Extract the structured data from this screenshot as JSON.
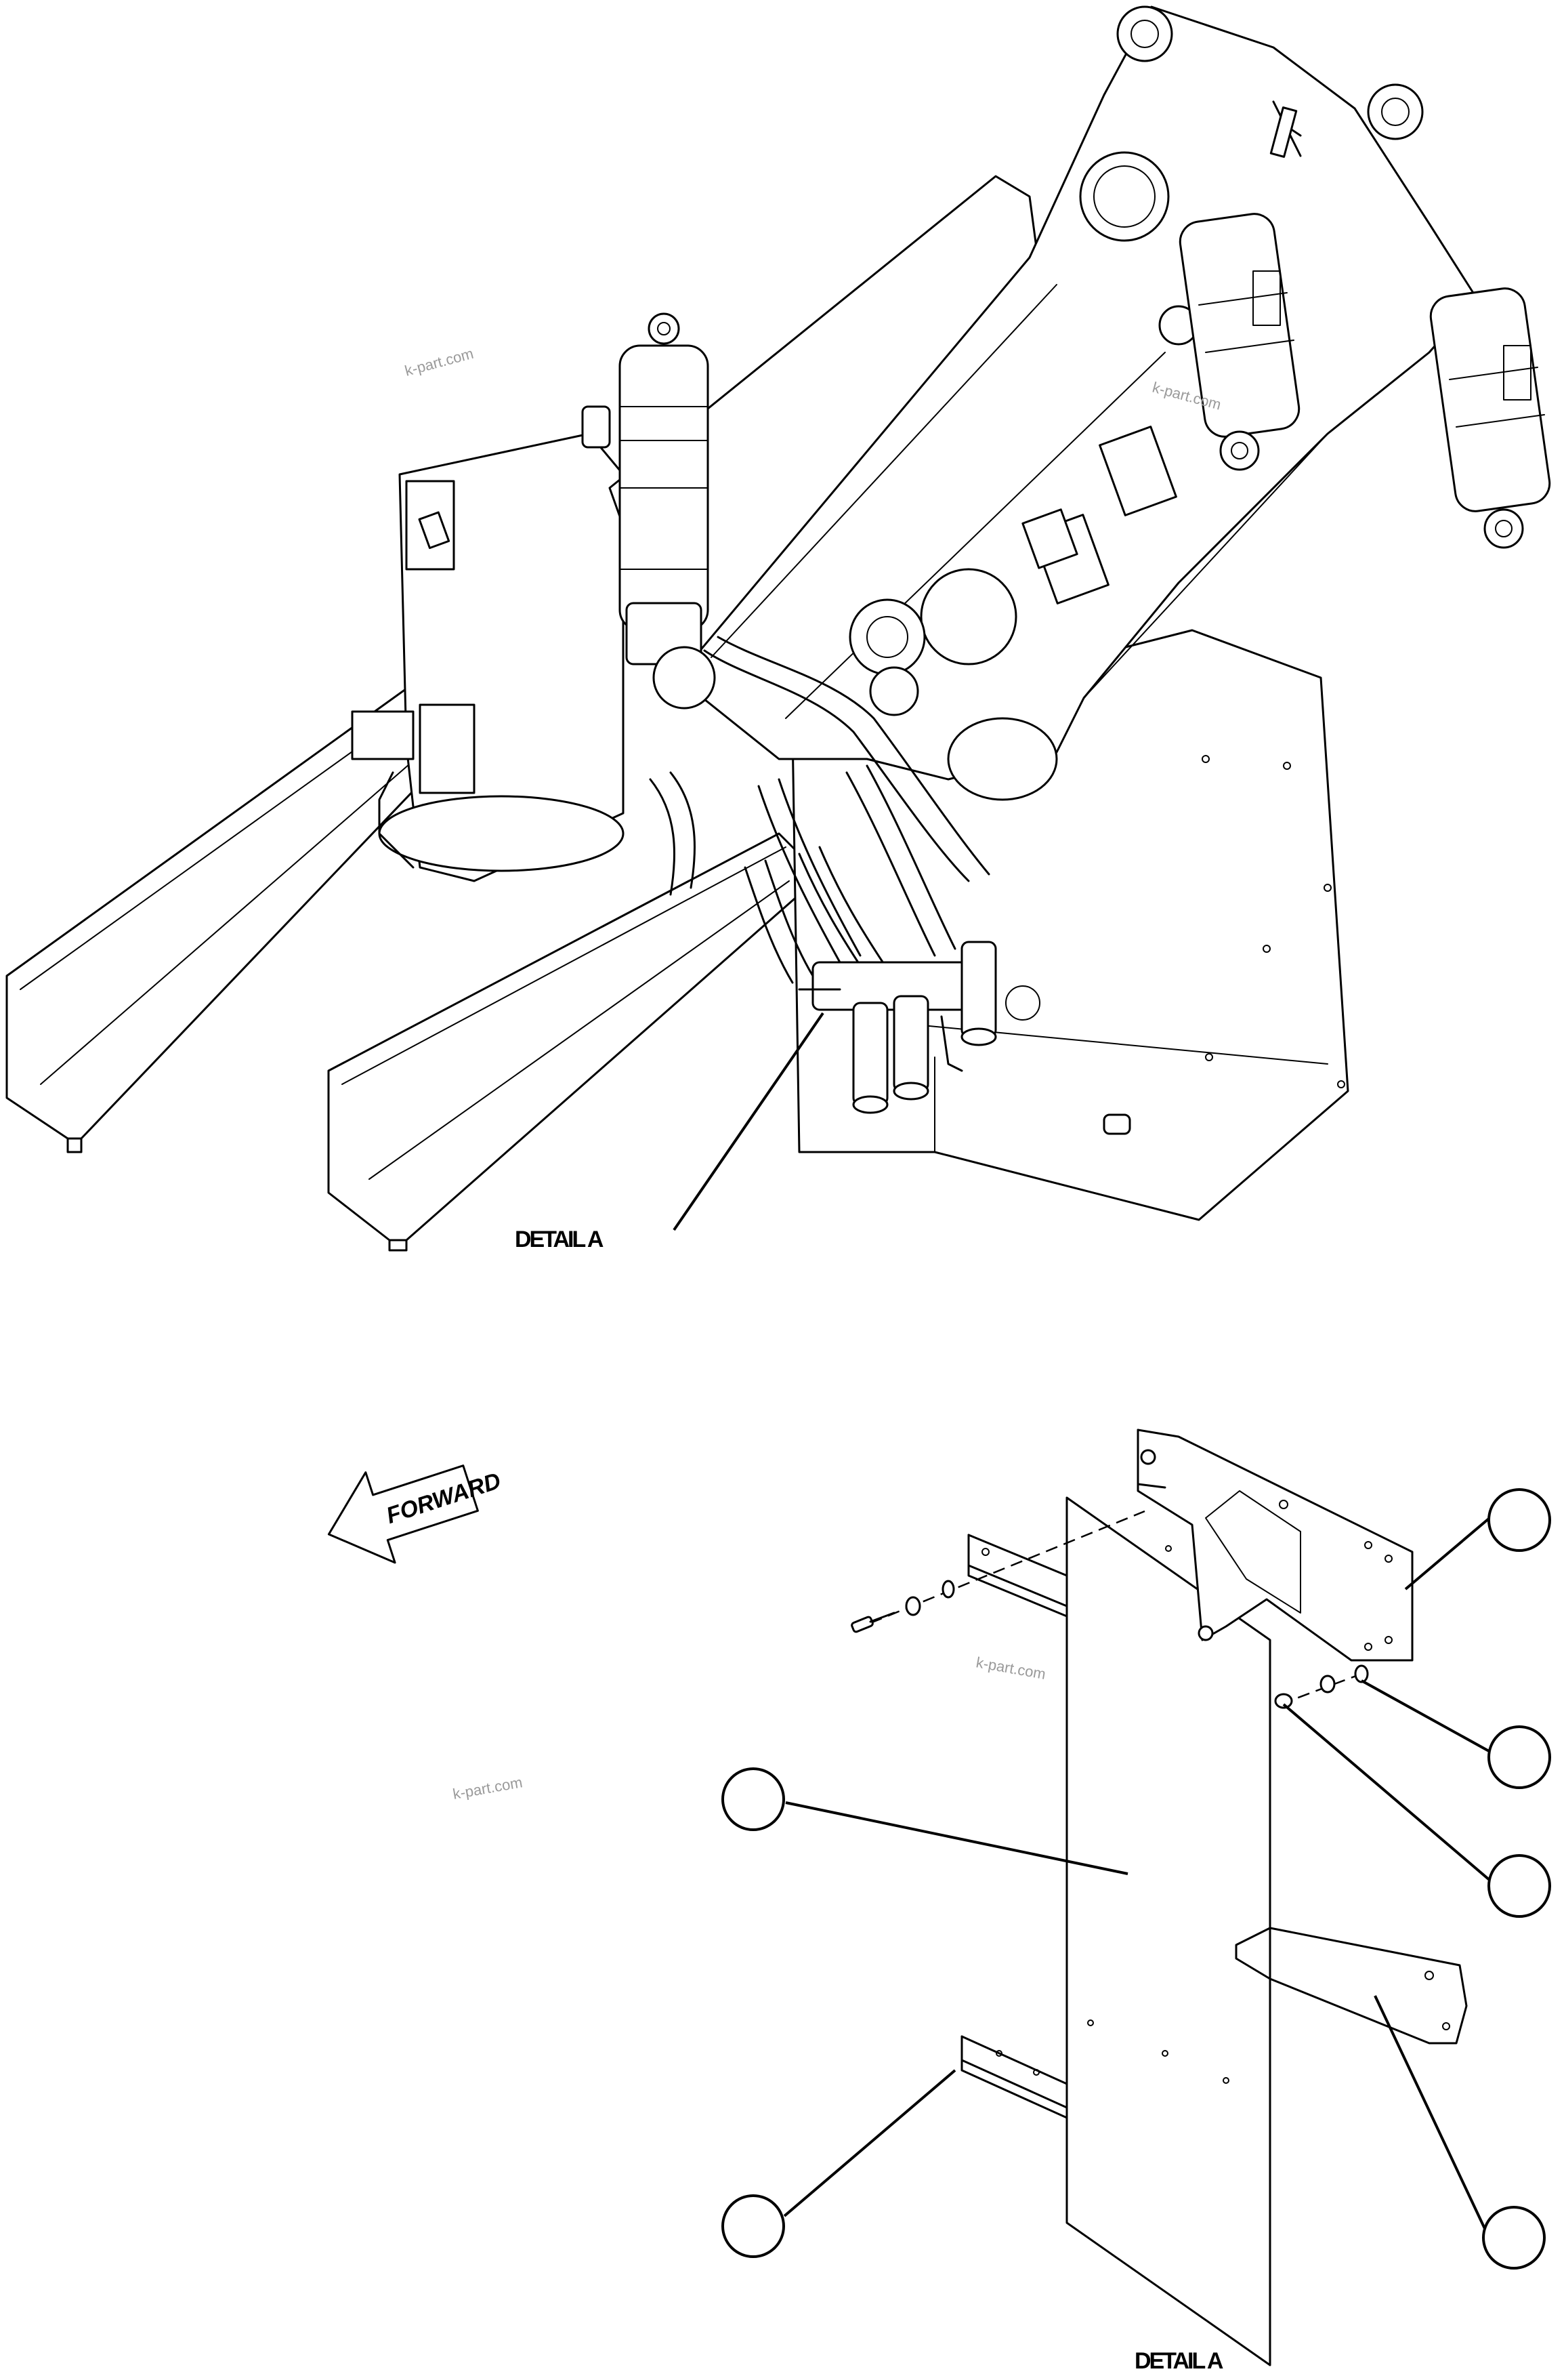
{
  "labels": {
    "detail_label_top": "DETAIL A",
    "detail_label_bottom": "DETAIL A",
    "forward_arrow": "FORWARD"
  },
  "watermarks": [
    "k-part.com",
    "k-part.com",
    "k-part.com",
    "k-part.com"
  ],
  "callout_balloons": [
    "",
    "",
    "",
    "",
    "",
    ""
  ],
  "colors": {
    "line": "#000000",
    "background": "#ffffff",
    "watermark": "#9a9a9a"
  }
}
